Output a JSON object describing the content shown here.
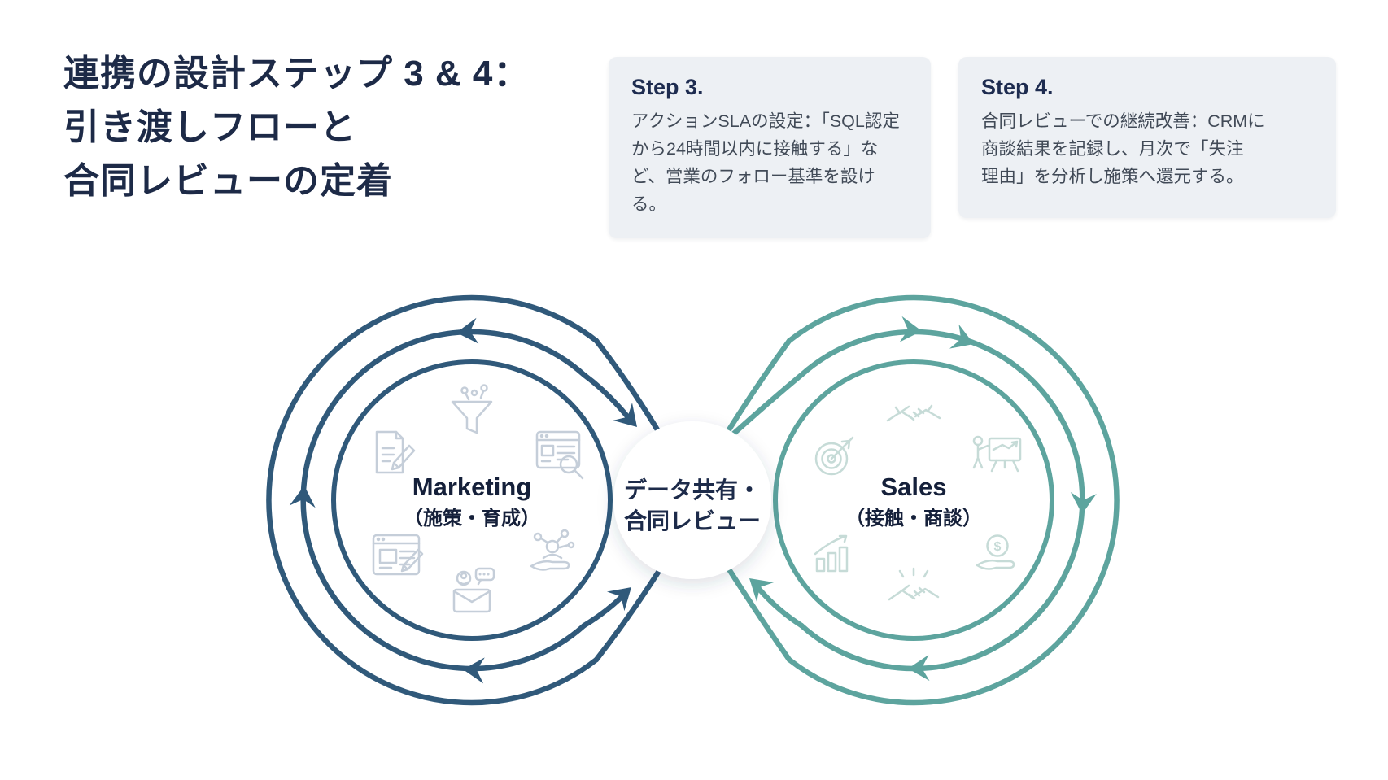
{
  "title": {
    "lines": [
      "連携の設計ステップ 3 & 4：",
      "引き渡しフローと",
      "合同レビューの定着"
    ]
  },
  "cards": [
    {
      "heading": "Step 3.",
      "body": "アクションSLAの設定：「SQL認定\nから24時間以内に接触する」な\nど、営業のフォロー基準を設ける。"
    },
    {
      "heading": "Step 4.",
      "body": "合同レビューでの継続改善：CRMに\n商談結果を記録し、月次で「失注\n理由」を分析し施策へ還元する。"
    }
  ],
  "diagram": {
    "left_loop": {
      "label": "Marketing",
      "sublabel": "（施策・育成）",
      "color": "#30597a",
      "icons": [
        "document-pencil-icon",
        "funnel-icon",
        "webpage-search-icon",
        "webpage-edit-icon",
        "lead-nurture-hand-icon",
        "email-contact-icon"
      ]
    },
    "right_loop": {
      "label": "Sales",
      "sublabel": "（接触・商談）",
      "color": "#5da49e",
      "icons": [
        "handshake-icon",
        "target-dart-icon",
        "presentation-icon",
        "growth-chart-icon",
        "money-hand-icon",
        "deal-handshake-icon"
      ]
    },
    "center": {
      "line1": "データ共有・",
      "line2": "合同レビュー"
    }
  },
  "colors": {
    "background": "#ffffff",
    "card_bg": "#edf0f4",
    "title_text": "#1d2a47",
    "heading_text": "#1e2c50",
    "body_text": "#414a57",
    "marketing_navy": "#30597a",
    "sales_teal": "#5da49e",
    "label_text": "#15203a",
    "icon_gray": "#c5ced9",
    "icon_teal": "#c6dbd7"
  }
}
